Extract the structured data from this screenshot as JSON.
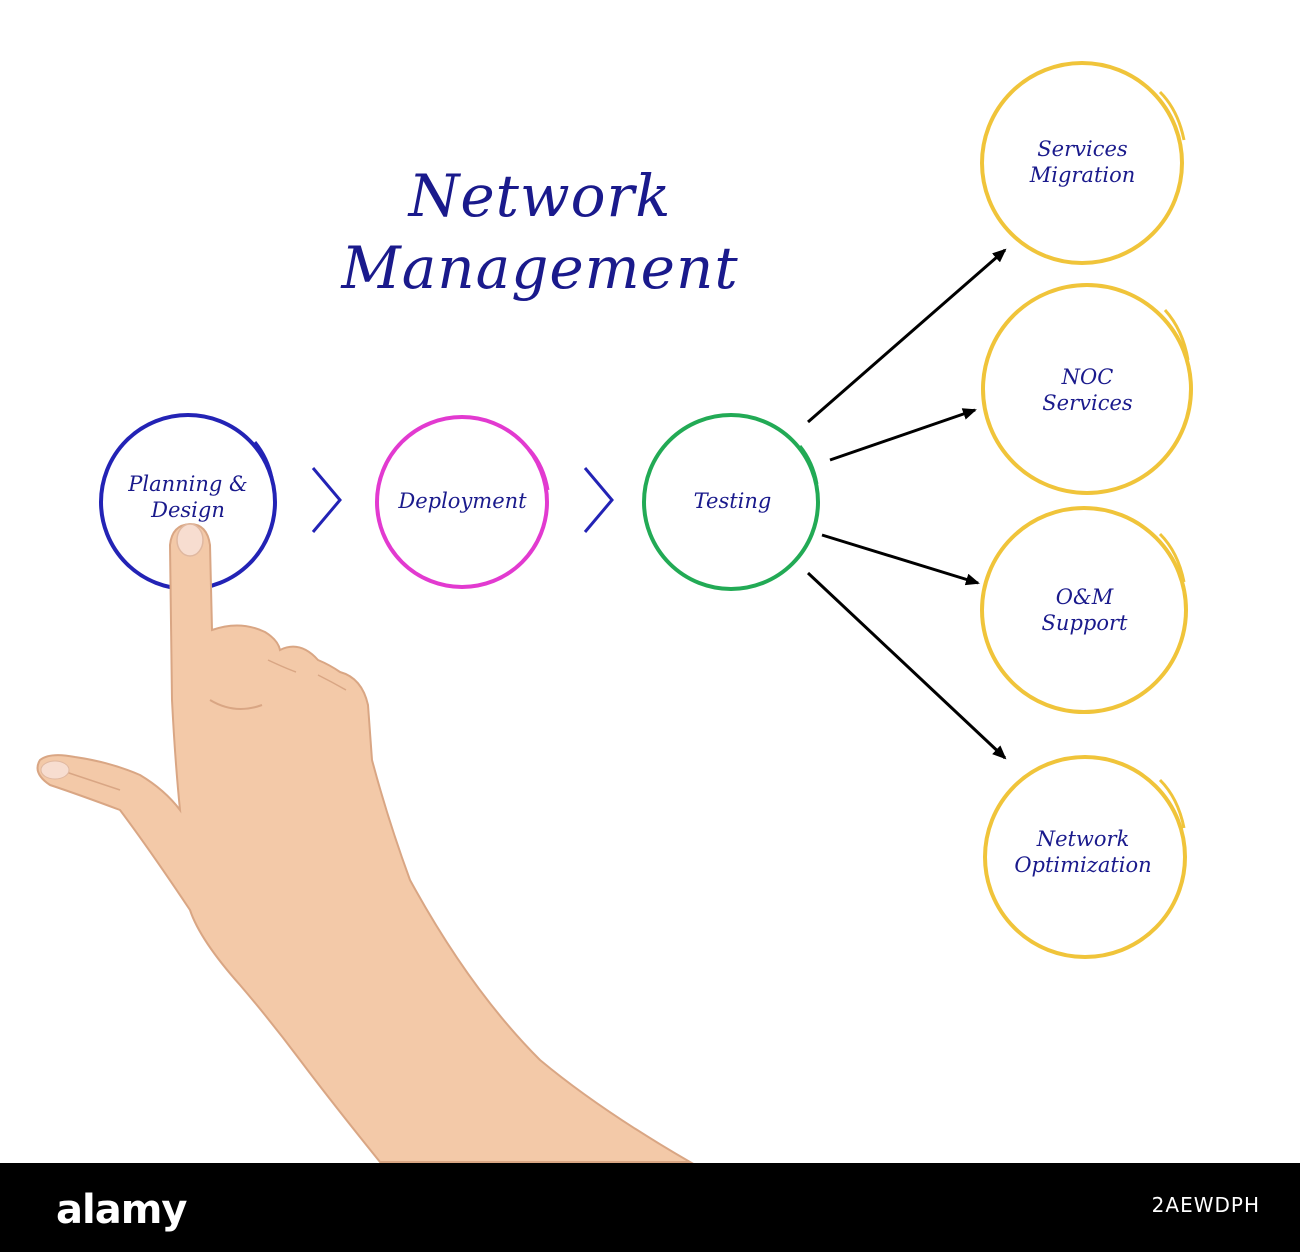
{
  "title": "Network\nManagement",
  "colors": {
    "title_text": "#1a1a8c",
    "planning": "#2323b5",
    "deployment": "#e23ad0",
    "testing": "#22aa55",
    "outcomes": "#f0c43a",
    "chevron": "#2323b5",
    "arrow": "#000000"
  },
  "process_steps": [
    {
      "label": "Planning &\nDesign",
      "color": "planning"
    },
    {
      "label": "Deployment",
      "color": "deployment"
    },
    {
      "label": "Testing",
      "color": "testing"
    }
  ],
  "outcomes": [
    {
      "label": "Services\nMigration"
    },
    {
      "label": "NOC\nServices"
    },
    {
      "label": "O&M\nSupport"
    },
    {
      "label": "Network\nOptimization"
    }
  ],
  "watermark": {
    "brand": "alamy",
    "image_code": "2AEWDPH"
  }
}
